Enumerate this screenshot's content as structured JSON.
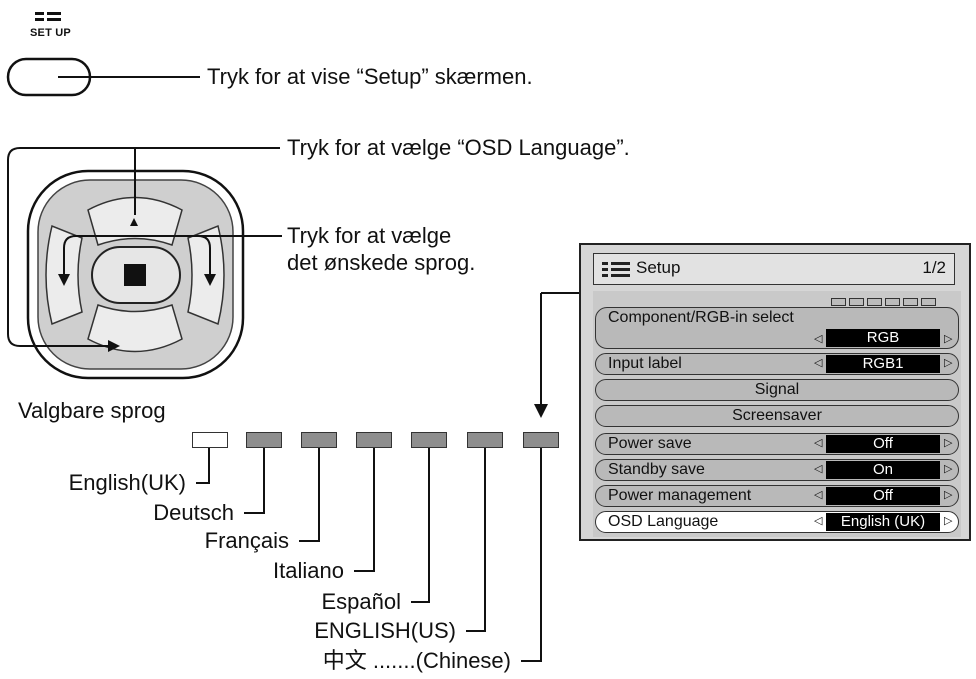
{
  "setup_button": {
    "icon": "menu-lines-icon",
    "label": "SET UP",
    "instruction": "Tryk for at vise “Setup” skærmen."
  },
  "navigation": {
    "instruction_up_down": "Tryk for at vælge “OSD Language”.",
    "instruction_left_right_line1": "Tryk for at vælge",
    "instruction_left_right_line2": "det ønskede sprog."
  },
  "languages": {
    "heading": "Valgbare sprog",
    "items": [
      "English(UK)",
      "Deutsch",
      "Français",
      "Italiano",
      "Español",
      "ENGLISH(US)",
      "中文 .......(Chinese)"
    ]
  },
  "menu": {
    "title": "Setup",
    "page": "1/2",
    "rows": [
      {
        "label": "Component/RGB-in  select",
        "value": "RGB"
      },
      {
        "label": "Input label",
        "value": "RGB1"
      },
      {
        "label": "Signal"
      },
      {
        "label": "Screensaver"
      },
      {
        "label": "Power save",
        "value": "Off"
      },
      {
        "label": "Standby save",
        "value": "On"
      },
      {
        "label": "Power management",
        "value": "Off"
      },
      {
        "label": "OSD  Language",
        "value": "English (UK)"
      }
    ],
    "arrow_left": "◁",
    "arrow_right": "▷"
  }
}
